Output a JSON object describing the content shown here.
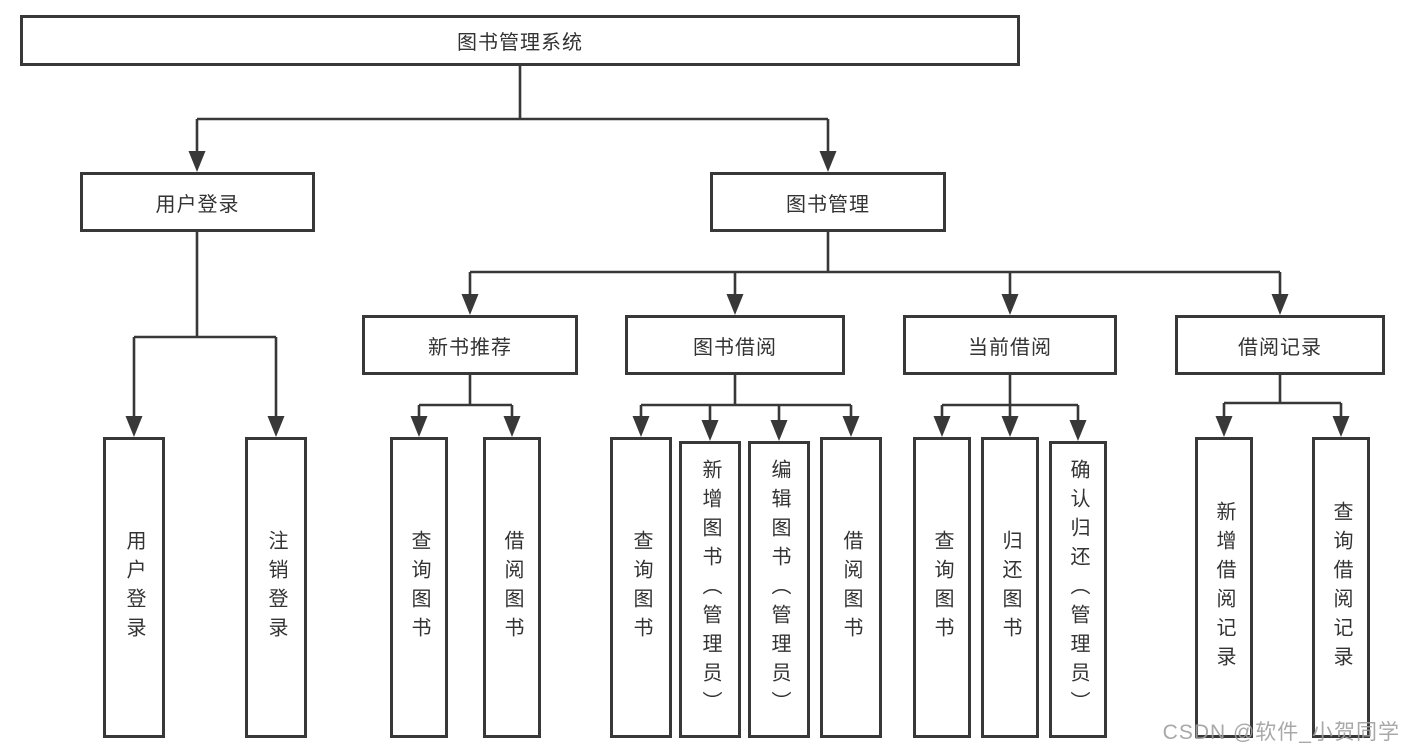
{
  "diagram": {
    "nodes": {
      "root": "图书管理系统",
      "user_login": "用户登录",
      "book_mgmt": "图书管理",
      "new_books": "新书推荐",
      "book_borrow": "图书借阅",
      "current_borrow": "当前借阅",
      "borrow_records": "借阅记录"
    },
    "leaves": {
      "user_login": [
        "用户登录",
        "注销登录"
      ],
      "new_books": [
        "查询图书",
        "借阅图书"
      ],
      "book_borrow": [
        "查询图书",
        "新增图书（管理员）",
        "编辑图书（管理员）",
        "借阅图书"
      ],
      "current_borrow": [
        "查询图书",
        "归还图书",
        "确认归还（管理员）"
      ],
      "borrow_records": [
        "新增借阅记录",
        "查询借阅记录"
      ]
    },
    "watermark": "CSDN @软件_小贺同学",
    "colors": {
      "line": "#383838",
      "box_border": "#383838",
      "text": "#333333",
      "watermark": "#9e9e9e",
      "background": "#ffffff"
    }
  }
}
